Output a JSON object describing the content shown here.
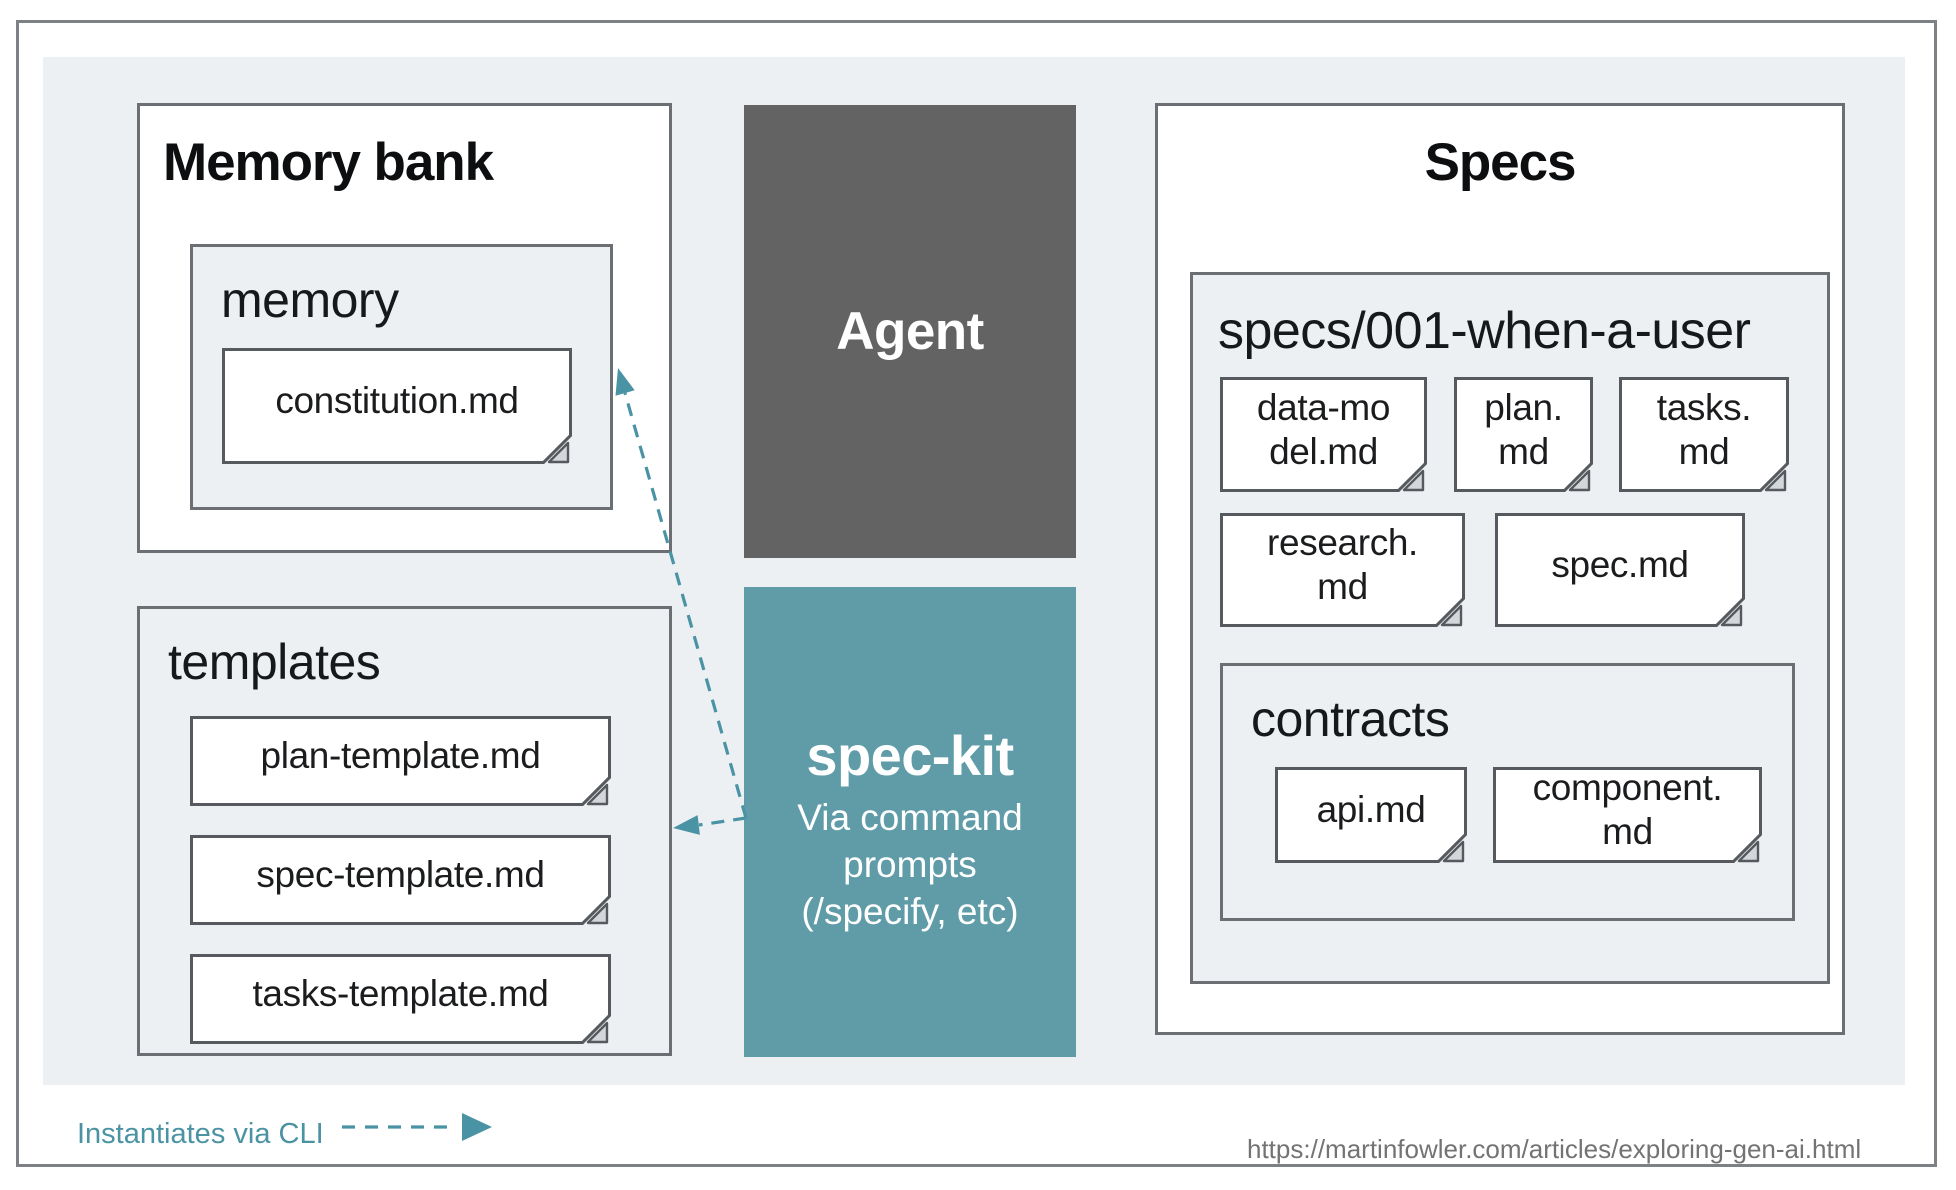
{
  "colors": {
    "accent_teal": "#5f9ca8",
    "arrow_teal": "#4a93a4",
    "agent_gray": "#636363",
    "panel_gray": "#edf0f3"
  },
  "memory_bank": {
    "title": "Memory bank",
    "memory_folder": {
      "label": "memory",
      "files": [
        {
          "name": "constitution.md"
        }
      ]
    },
    "templates_folder": {
      "label": "templates",
      "files": [
        {
          "name": "plan-template.md"
        },
        {
          "name": "spec-template.md"
        },
        {
          "name": "tasks-template.md"
        }
      ]
    }
  },
  "agent": {
    "label": "Agent"
  },
  "spec_kit": {
    "title": "spec-kit",
    "subtitle": "Via command\nprompts\n(/specify, etc)"
  },
  "specs": {
    "title": "Specs",
    "folder": {
      "label": "specs/001-when-a-user",
      "files_row1": [
        {
          "name": "data-mo\ndel.md"
        },
        {
          "name": "plan.\nmd"
        },
        {
          "name": "tasks.\nmd"
        }
      ],
      "files_row2": [
        {
          "name": "research.\nmd"
        },
        {
          "name": "spec.md"
        }
      ],
      "contracts_folder": {
        "label": "contracts",
        "files": [
          {
            "name": "api.md"
          },
          {
            "name": "component.\nmd"
          }
        ]
      }
    }
  },
  "captions": {
    "cli": "Instantiates via CLI",
    "url": "https://martinfowler.com/articles/exploring-gen-ai.html"
  }
}
